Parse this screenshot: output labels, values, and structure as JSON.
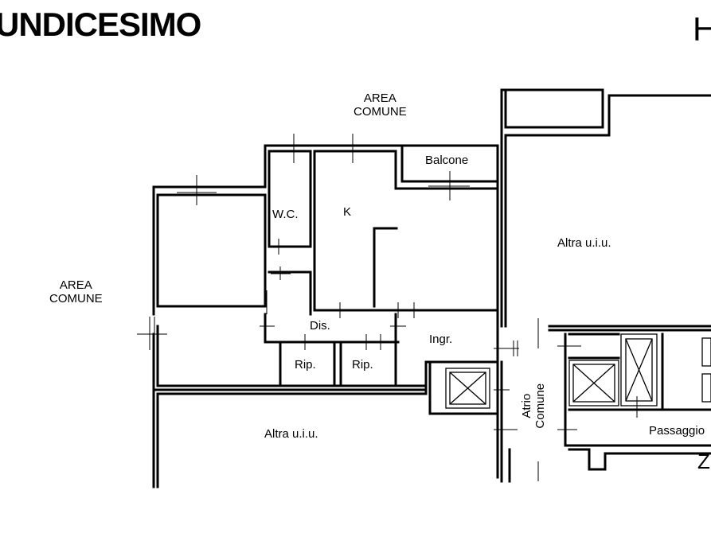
{
  "header": {
    "floor_title": "UNDICESIMO",
    "right_title": "H"
  },
  "labels": {
    "area_comune_top": "AREA\nCOMUNE",
    "area_comune_left": "AREA\nCOMUNE",
    "balcone": "Balcone",
    "wc": "W.C.",
    "kitchen": "K",
    "altra_uiu_right": "Altra u.i.u.",
    "dis": "Dis.",
    "ingr": "Ingr.",
    "rip_1": "Rip.",
    "rip_2": "Rip.",
    "altra_uiu_bottom": "Altra u.i.u.",
    "atrio_comune": "Atrio\nComune",
    "passaggio": "Passaggio",
    "z": "Z"
  }
}
